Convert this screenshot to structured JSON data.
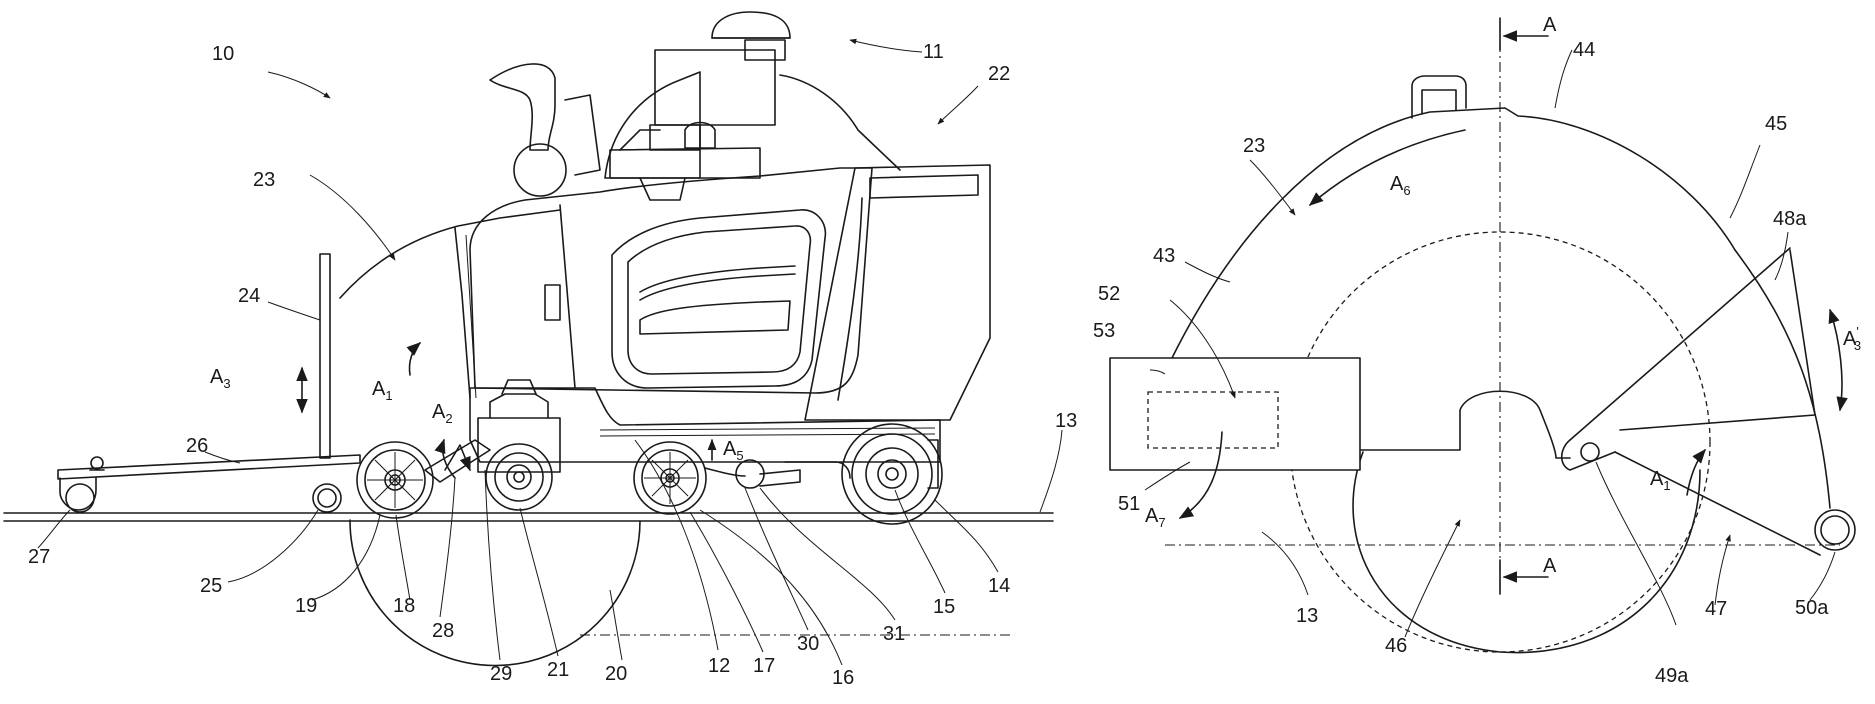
{
  "labels": {
    "n10": "10",
    "n11": "11",
    "n22": "22",
    "n23a": "23",
    "n24": "24",
    "n26": "26",
    "n13a": "13",
    "n27": "27",
    "n25": "25",
    "n19": "19",
    "n18": "18",
    "n28": "28",
    "n29": "29",
    "n21": "21",
    "n20": "20",
    "n12": "12",
    "n17": "17",
    "n16": "16",
    "n30": "30",
    "n31": "31",
    "n15": "15",
    "n14": "14",
    "n44": "44",
    "n45": "45",
    "n23b": "23",
    "n43": "43",
    "n48a": "48a",
    "n52": "52",
    "n53": "53",
    "n51": "51",
    "n13b": "13",
    "n46": "46",
    "n49a": "49a",
    "n47": "47",
    "n50a": "50a",
    "secA_top": "A",
    "secA_bot": "A",
    "a1_main": "A",
    "a1_sub": "1",
    "a2_main": "A",
    "a2_sub": "2",
    "a3_main": "A",
    "a3_sub": "3",
    "a5_main": "A",
    "a5_sub": "5",
    "a6_main": "A",
    "a6_sub": "6",
    "a7_main": "A",
    "a7_sub": "7",
    "a1r_main": "A",
    "a1r_sub": "1",
    "a3r_main": "A",
    "a3r_sub": "3",
    "a3r_prime": "'"
  }
}
